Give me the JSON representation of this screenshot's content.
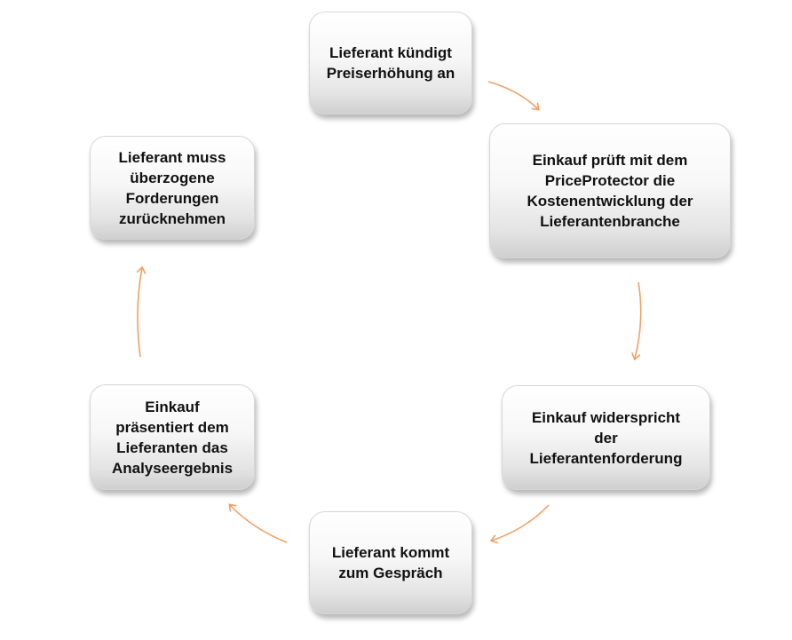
{
  "diagram": {
    "nodes": [
      {
        "id": "n1",
        "lines": [
          "Lieferant kündigt",
          "Preiserhöhung an"
        ]
      },
      {
        "id": "n2",
        "lines": [
          "Einkauf prüft mit dem",
          "PriceProtector die",
          "Kostenentwicklung  der",
          "Lieferantenbranche"
        ]
      },
      {
        "id": "n3",
        "lines": [
          "Einkauf widerspricht",
          "der",
          "Lieferantenforderung"
        ]
      },
      {
        "id": "n4",
        "lines": [
          "Lieferant kommt",
          "zum Gespräch"
        ]
      },
      {
        "id": "n5",
        "lines": [
          "Einkauf",
          "präsentiert dem",
          "Lieferanten das",
          "Analyseergebnis"
        ]
      },
      {
        "id": "n6",
        "lines": [
          "Lieferant muss",
          "überzogene",
          "Forderungen",
          "zurücknehmen"
        ]
      }
    ],
    "edges": [
      {
        "from": "n1",
        "to": "n2"
      },
      {
        "from": "n2",
        "to": "n3"
      },
      {
        "from": "n3",
        "to": "n4"
      },
      {
        "from": "n4",
        "to": "n5"
      },
      {
        "from": "n5",
        "to": "n6"
      }
    ],
    "arrow_color": "#f0a065"
  }
}
